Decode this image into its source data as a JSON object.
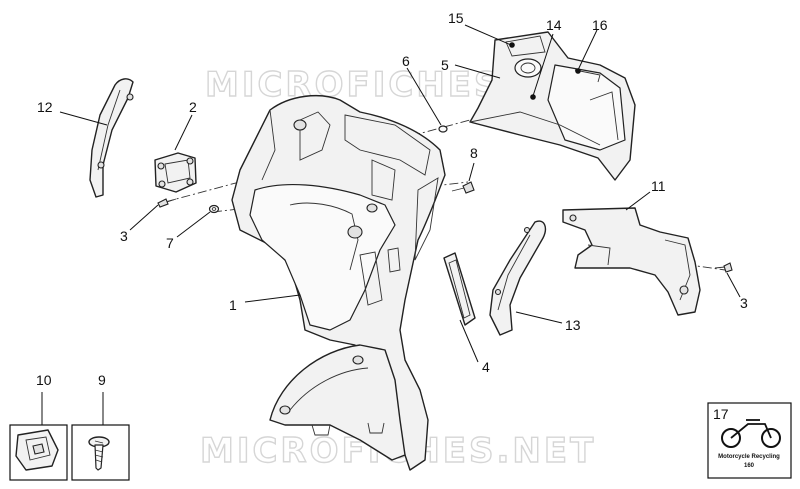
{
  "watermark": "MICROFICHES.NET",
  "callouts": {
    "c1": "1",
    "c2": "2",
    "c3a": "3",
    "c3b": "3",
    "c4": "4",
    "c5": "5",
    "c6": "6",
    "c7": "7",
    "c8": "8",
    "c9": "9",
    "c10": "10",
    "c11": "11",
    "c12": "12",
    "c13": "13",
    "c14": "14",
    "c15": "15",
    "c16": "16",
    "c17": "17"
  },
  "recycling_badge": {
    "line1": "Motorcycle Recycling",
    "line2": "160"
  }
}
